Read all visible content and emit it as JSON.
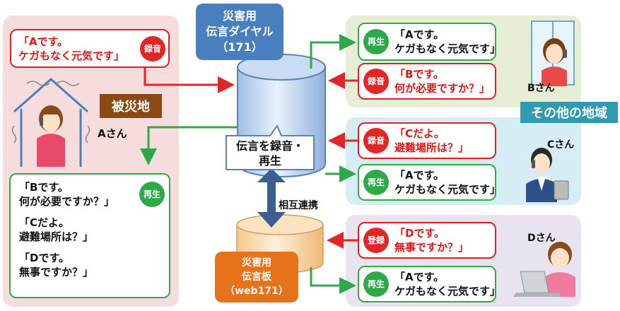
{
  "service_box": {
    "line1": "災害用",
    "line2": "伝言ダイヤル",
    "line3": "（171）"
  },
  "board_box": {
    "line1": "災害用",
    "line2": "伝言板",
    "line3": "（web171）"
  },
  "disaster_area_label": "被災地",
  "other_area_label": "その他の地域",
  "record_play_callout": {
    "line1": "伝言を録音・",
    "line2": "再生"
  },
  "mutual_link_label": "相互連携",
  "person_a": {
    "name": "Aさん",
    "record_bubble": {
      "badge": "録音",
      "line1": "「Aです。",
      "line2": "ケガもなく元気です」"
    },
    "play_bubble": {
      "badge": "再生",
      "msg1_line1": "「Bです。",
      "msg1_line2": "何が必要ですか？」",
      "msg2_line1": "「Cだよ。",
      "msg2_line2": "避難場所は？」",
      "msg3_line1": "「Dです。",
      "msg3_line2": "無事ですか？」"
    }
  },
  "person_b": {
    "name": "Bさん",
    "play_bubble": {
      "badge": "再生",
      "line1": "「Aです。",
      "line2": "ケガもなく元気です」"
    },
    "record_bubble": {
      "badge": "録音",
      "line1": "「Bです。",
      "line2": "何が必要ですか？」"
    }
  },
  "person_c": {
    "name": "Cさん",
    "record_bubble": {
      "badge": "録音",
      "line1": "「Cだよ。",
      "line2": "避難場所は？」"
    },
    "play_bubble": {
      "badge": "再生",
      "line1": "「Aです。",
      "line2": "ケガもなく元気です」"
    }
  },
  "person_d": {
    "name": "Dさん",
    "register_bubble": {
      "badge": "登録",
      "line1": "「Dです。",
      "line2": "無事ですか？」"
    },
    "play_bubble": {
      "badge": "再生",
      "line1": "「Aです。",
      "line2": "ケガもなく元気です」"
    }
  },
  "colors": {
    "disaster_panel": "#f6dcdc",
    "panel_b": "#e6efd6",
    "panel_c": "#d7edf5",
    "panel_d": "#e8e3ef",
    "record_red": "#e42525",
    "play_green": "#2fa84a",
    "service_blue": "#4a7fbf",
    "board_orange": "#e6731a",
    "area_brown": "#8b4a14",
    "area_teal": "#2e9bb0"
  }
}
